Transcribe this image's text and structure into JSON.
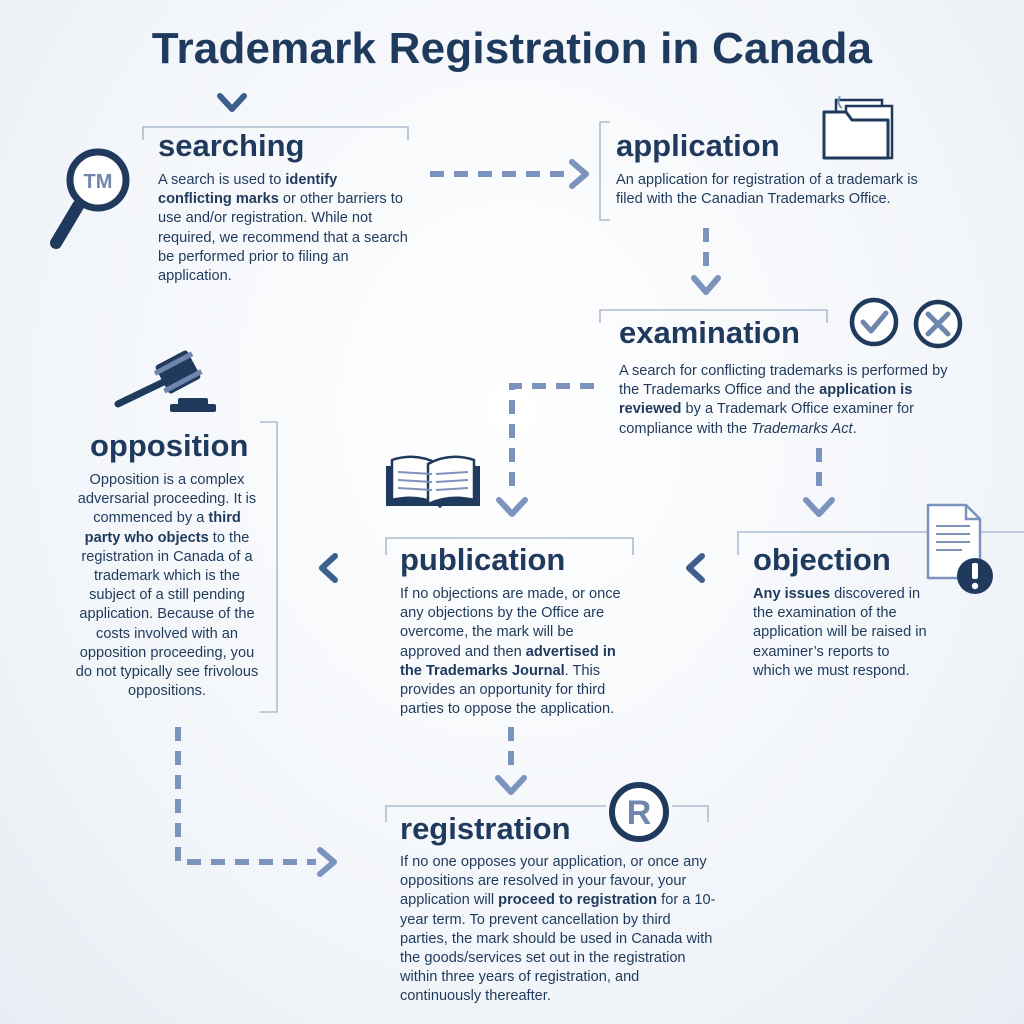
{
  "title": "Trademark Registration in Canada",
  "colors": {
    "navy": "#1f3a5c",
    "dashed_arrow": "#7c93bd",
    "frame": "#aebcd0",
    "background": "#f3f6fa"
  },
  "icons": [
    "tm-magnifier-icon",
    "folder-documents-icon",
    "checkmark-circle-icon",
    "x-circle-icon",
    "gavel-icon",
    "open-book-icon",
    "document-warning-icon",
    "registered-mark-icon"
  ],
  "steps": {
    "searching": {
      "heading": "searching",
      "icon_text": "TM",
      "body": [
        {
          "t": "A search is used to "
        },
        {
          "t": "identify conflicting marks",
          "b": true
        },
        {
          "t": " or other barriers to use and/or registration. While not required, we recommend that a search be performed prior to filing an application."
        }
      ]
    },
    "application": {
      "heading": "application",
      "body": [
        {
          "t": "An application for registration of a trademark is filed with the Canadian Trademarks Office."
        }
      ]
    },
    "examination": {
      "heading": "examination",
      "body": [
        {
          "t": "A search for conflicting trademarks is performed by the Trademarks Office and the "
        },
        {
          "t": "application is reviewed",
          "b": true
        },
        {
          "t": " by a Trademark Office examiner for compliance with the "
        },
        {
          "t": "Trademarks Act",
          "i": true
        },
        {
          "t": "."
        }
      ]
    },
    "objection": {
      "heading": "objection",
      "body": [
        {
          "t": "Any issues",
          "b": true
        },
        {
          "t": " discovered in the examination of the application will be raised in examiner’s reports to which we must respond."
        }
      ]
    },
    "publication": {
      "heading": "publication",
      "body": [
        {
          "t": "If no objections are made, or once any objections by the Office are overcome, the mark will be approved and then "
        },
        {
          "t": "advertised in the Trademarks Journal",
          "b": true
        },
        {
          "t": ".  This provides an opportunity for third parties to oppose the application."
        }
      ]
    },
    "opposition": {
      "heading": "opposition",
      "body": [
        {
          "t": "Opposition is a complex adversarial proceeding. It is commenced by a "
        },
        {
          "t": "third party who objects",
          "b": true
        },
        {
          "t": " to the registration in Canada of a trademark which is the subject of a still pending application.  Because of the costs involved with an opposition proceeding, you do not typically see frivolous oppositions."
        }
      ]
    },
    "registration": {
      "heading": "registration",
      "icon_text": "R",
      "body": [
        {
          "t": "If no one opposes your application, or once any oppositions are resolved in your favour, your application will "
        },
        {
          "t": "proceed to registration",
          "b": true
        },
        {
          "t": " for a 10-year term. To prevent cancellation by third parties, the mark should be used in Canada with the goods/services set out in the registration within three years of registration, and continuously thereafter."
        }
      ]
    }
  }
}
